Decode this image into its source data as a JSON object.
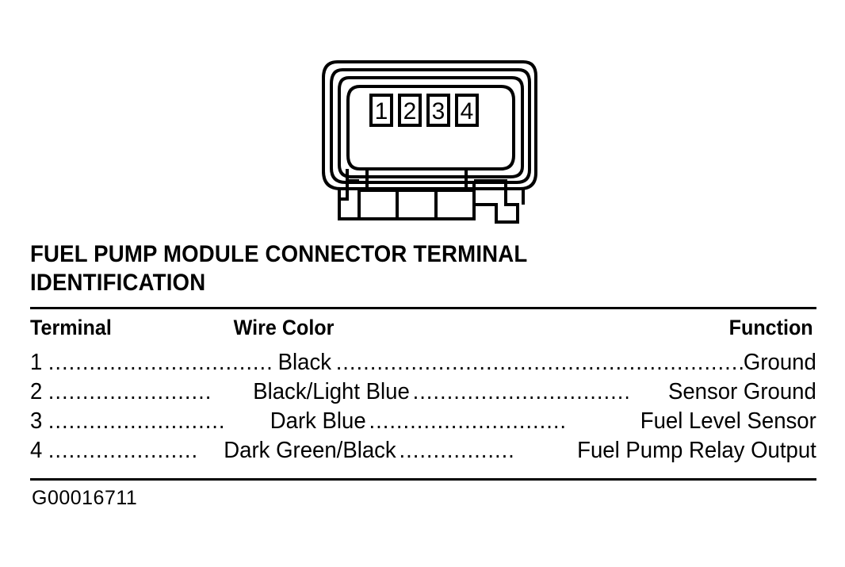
{
  "figure": {
    "name": "fuel-pump-module-connector",
    "description": "Four-way electrical connector face view with numbered terminal cavities",
    "terminal_labels": [
      "1",
      "2",
      "3",
      "4"
    ],
    "stroke_color": "#000000",
    "fill_color": "#FFFFFF"
  },
  "title": {
    "line1": "FUEL PUMP MODULE CONNECTOR TERMINAL",
    "line2": "IDENTIFICATION"
  },
  "table": {
    "headers": {
      "terminal": "Terminal",
      "wire_color": "Wire Color",
      "function": "Function"
    },
    "leader": ".................................................................",
    "rows": [
      {
        "terminal": "1",
        "wire_color": "Black",
        "function": "Ground"
      },
      {
        "terminal": "2",
        "wire_color": "Black/Light Blue",
        "function": "Sensor Ground"
      },
      {
        "terminal": "3",
        "wire_color": "Dark Blue",
        "function": "Fuel Level Sensor"
      },
      {
        "terminal": "4",
        "wire_color": "Dark Green/Black",
        "function": "Fuel Pump Relay Output"
      }
    ]
  },
  "footer": {
    "figure_id": "G00016711"
  }
}
